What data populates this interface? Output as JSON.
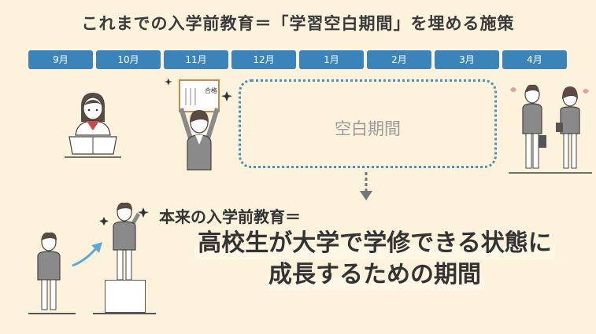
{
  "title": "これまでの入学前教育＝「学習空白期間」を埋める施策",
  "months": [
    "9月",
    "10月",
    "11月",
    "12月",
    "1月",
    "2月",
    "3月",
    "4月"
  ],
  "blank_period_label": "空白期間",
  "subtitle": "本来の入学前教育＝",
  "main_line1": "高校生が大学で学修できる状態に",
  "main_line2": "成長するための期間",
  "certificate_text": "合格",
  "colors": {
    "background": "#fdf3dc",
    "month_bar": "#3a84b9",
    "dotted_border": "#4a90b8",
    "arrow_blue": "#5aa9d6",
    "arrow_gray": "#777777"
  }
}
